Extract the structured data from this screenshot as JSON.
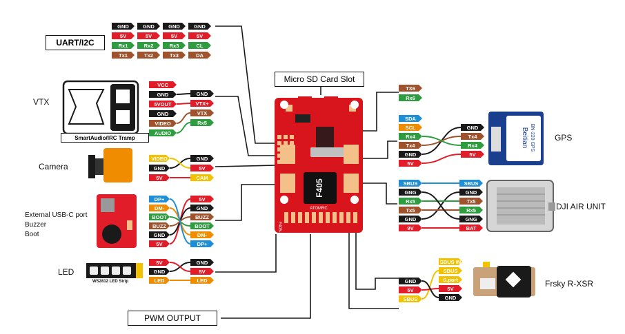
{
  "boxes": {
    "uart_i2c": "UART/I2C",
    "sd_slot": "Micro SD Card Slot",
    "pwm": "PWM OUTPUT",
    "smartaudio": "SmartAudio/IRC Tramp"
  },
  "labels": {
    "vtx": "VTX",
    "camera": "Camera",
    "usb": "External USB-C port",
    "buzzer": "Buzzer",
    "boot": "Boot",
    "led": "LED",
    "ws2812": "WS2812 LED Strip",
    "gps": "GPS",
    "dji": "DJI AIR UNIT",
    "frsky": "Frsky R-XSR"
  },
  "fc": {
    "chip": "F405",
    "brand": "ATOMRC",
    "side_text": "F405-NAVI"
  },
  "gps_module": {
    "brand": "Beitian",
    "model": "BN-220 GPS"
  },
  "colors": {
    "black": "#1a1a1a",
    "red": "#e11d2a",
    "green": "#2e9d3f",
    "brown": "#a0522d",
    "yellow": "#f2c100",
    "orange": "#f08c00",
    "blue": "#1e8fd6",
    "board": "#d8141c"
  },
  "uart_rows": [
    [
      {
        "t": "GND",
        "c": "black"
      },
      {
        "t": "GND",
        "c": "black"
      },
      {
        "t": "GND",
        "c": "black"
      },
      {
        "t": "GND",
        "c": "black"
      }
    ],
    [
      {
        "t": "5V",
        "c": "red"
      },
      {
        "t": "5V",
        "c": "red"
      },
      {
        "t": "5V",
        "c": "red"
      },
      {
        "t": "5V",
        "c": "red"
      }
    ],
    [
      {
        "t": "Rx1",
        "c": "green"
      },
      {
        "t": "Rx2",
        "c": "green"
      },
      {
        "t": "Rx3",
        "c": "green"
      },
      {
        "t": "CL",
        "c": "green"
      }
    ],
    [
      {
        "t": "Tx1",
        "c": "brown"
      },
      {
        "t": "Tx2",
        "c": "brown"
      },
      {
        "t": "Tx3",
        "c": "brown"
      },
      {
        "t": "DA",
        "c": "brown"
      }
    ]
  ],
  "vtx_left": [
    {
      "t": "VCC",
      "c": "red"
    },
    {
      "t": "GND",
      "c": "black"
    },
    {
      "t": "5VOUT",
      "c": "red"
    },
    {
      "t": "GND",
      "c": "black"
    },
    {
      "t": "VIDEO",
      "c": "brown"
    },
    {
      "t": "AUDIO",
      "c": "green"
    }
  ],
  "vtx_right": [
    {
      "t": "GND",
      "c": "black"
    },
    {
      "t": "VTX+",
      "c": "red"
    },
    {
      "t": "VTX",
      "c": "brown"
    },
    {
      "t": "Rx5",
      "c": "green"
    }
  ],
  "cam_left": [
    {
      "t": "VIDEO",
      "c": "yellow"
    },
    {
      "t": "GND",
      "c": "black"
    },
    {
      "t": "5V",
      "c": "red"
    }
  ],
  "cam_right": [
    {
      "t": "GND",
      "c": "black"
    },
    {
      "t": "5V",
      "c": "red"
    },
    {
      "t": "CAM",
      "c": "yellow"
    }
  ],
  "usb_left": [
    {
      "t": "DP+",
      "c": "blue"
    },
    {
      "t": "DM-",
      "c": "orange"
    },
    {
      "t": "BOOT",
      "c": "green"
    },
    {
      "t": "BUZZ",
      "c": "brown"
    },
    {
      "t": "GND",
      "c": "black"
    },
    {
      "t": "5V",
      "c": "red"
    }
  ],
  "usb_right": [
    {
      "t": "5V",
      "c": "red"
    },
    {
      "t": "GND",
      "c": "black"
    },
    {
      "t": "BUZZ",
      "c": "brown"
    },
    {
      "t": "BOOT",
      "c": "green"
    },
    {
      "t": "DM-",
      "c": "orange"
    },
    {
      "t": "DP+",
      "c": "blue"
    }
  ],
  "led_left": [
    {
      "t": "5V",
      "c": "red"
    },
    {
      "t": "GND",
      "c": "black"
    },
    {
      "t": "LED",
      "c": "orange"
    }
  ],
  "led_right": [
    {
      "t": "GND",
      "c": "black"
    },
    {
      "t": "5V",
      "c": "red"
    },
    {
      "t": "LED",
      "c": "orange"
    }
  ],
  "tx6rx6": [
    {
      "t": "TX6",
      "c": "brown"
    },
    {
      "t": "Rx6",
      "c": "green"
    }
  ],
  "gps_left": [
    {
      "t": "SDA",
      "c": "blue"
    },
    {
      "t": "SCL",
      "c": "orange"
    },
    {
      "t": "Rx4",
      "c": "green"
    },
    {
      "t": "Tx4",
      "c": "brown"
    },
    {
      "t": "GND",
      "c": "black"
    },
    {
      "t": "5V",
      "c": "red"
    }
  ],
  "gps_right": [
    {
      "t": "GND",
      "c": "black"
    },
    {
      "t": "Tx4",
      "c": "brown"
    },
    {
      "t": "Rx4",
      "c": "green"
    },
    {
      "t": "5V",
      "c": "red"
    }
  ],
  "dji_left": [
    {
      "t": "SBUS",
      "c": "blue"
    },
    {
      "t": "GNG",
      "c": "black"
    },
    {
      "t": "Rx5",
      "c": "green"
    },
    {
      "t": "Tx5",
      "c": "brown"
    },
    {
      "t": "GND",
      "c": "black"
    },
    {
      "t": "9V",
      "c": "red"
    }
  ],
  "dji_right": [
    {
      "t": "SBUS",
      "c": "blue"
    },
    {
      "t": "GND",
      "c": "black"
    },
    {
      "t": "Tx5",
      "c": "brown"
    },
    {
      "t": "Rx5",
      "c": "green"
    },
    {
      "t": "GNG",
      "c": "black"
    },
    {
      "t": "BAT",
      "c": "red"
    }
  ],
  "frsky_left": [
    {
      "t": "GND",
      "c": "black"
    },
    {
      "t": "5V",
      "c": "red"
    },
    {
      "t": "SBUS",
      "c": "yellow"
    }
  ],
  "frsky_right": [
    {
      "t": "SBUS IN",
      "c": "yellow"
    },
    {
      "t": "SBUS",
      "c": "yellow"
    },
    {
      "t": "S.port",
      "c": "yellow"
    },
    {
      "t": "5V",
      "c": "red"
    },
    {
      "t": "GND",
      "c": "black"
    }
  ]
}
